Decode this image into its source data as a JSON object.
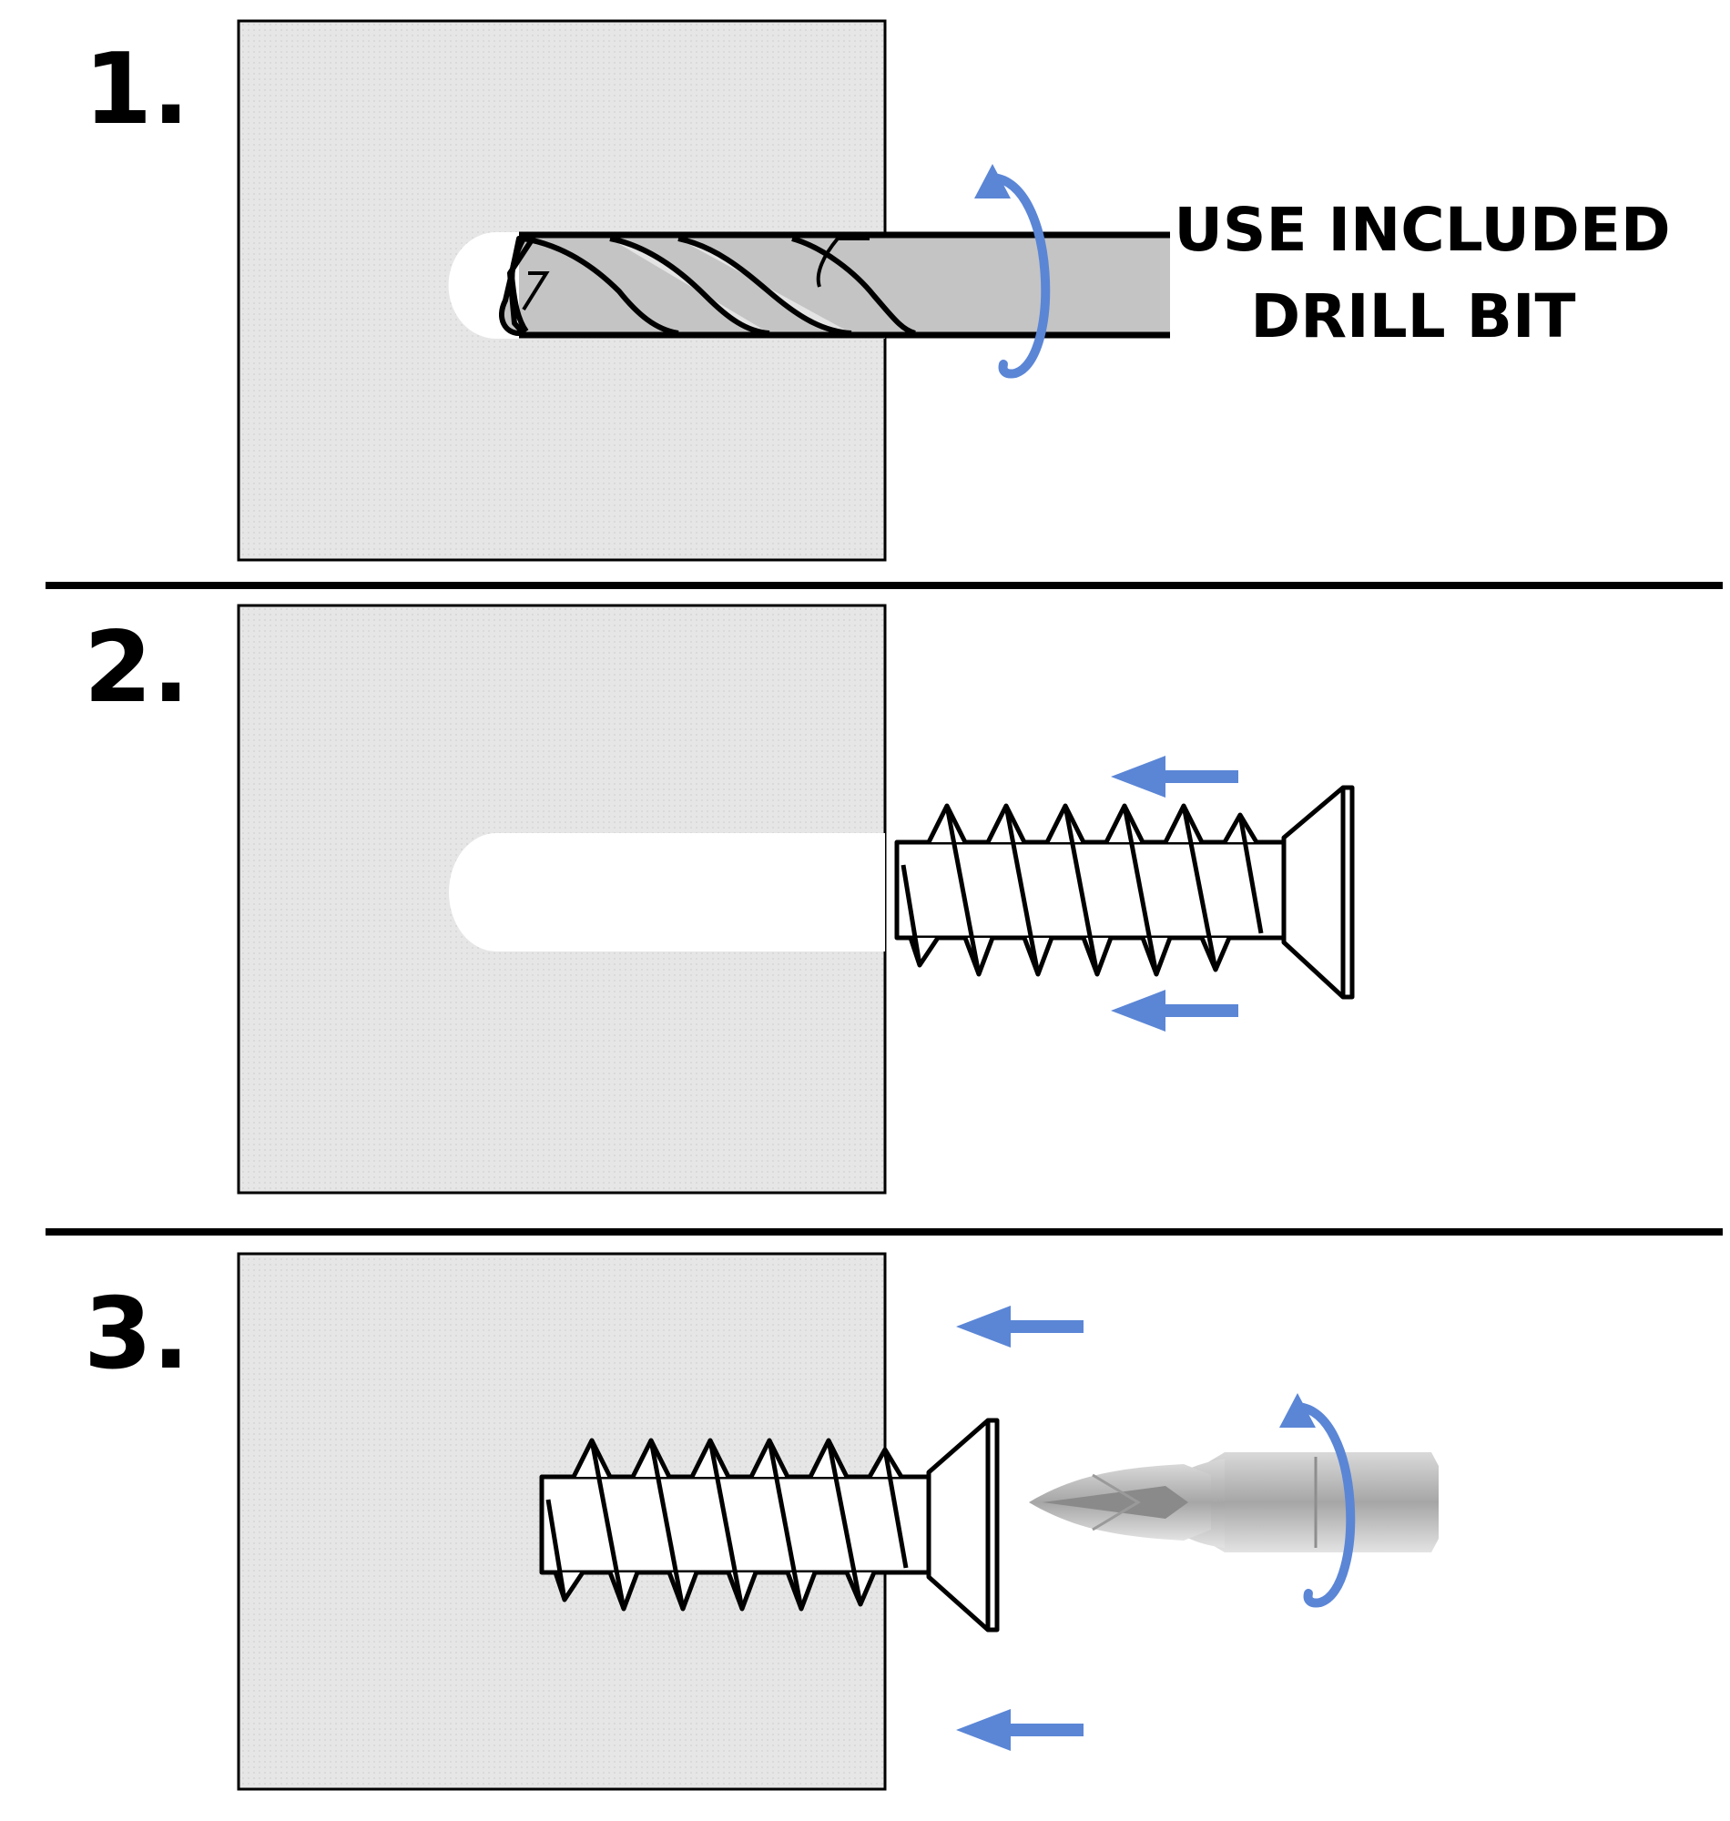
{
  "steps": [
    {
      "number": "1.",
      "caption_line1": "USE INCLUDED",
      "caption_line2": "DRILL BIT"
    },
    {
      "number": "2."
    },
    {
      "number": "3."
    }
  ],
  "colors": {
    "block_fill": "#e6e6e6",
    "outline": "#000000",
    "accent_arrow": "#5b86d6",
    "hole": "#ffffff",
    "bit_gray": "#c4c4c4",
    "metal": "#bdbdbd"
  },
  "icons": [
    "drill-bit-icon",
    "screw-icon",
    "screwdriver-bit-icon",
    "rotation-arrow-icon",
    "push-arrow-icon"
  ]
}
